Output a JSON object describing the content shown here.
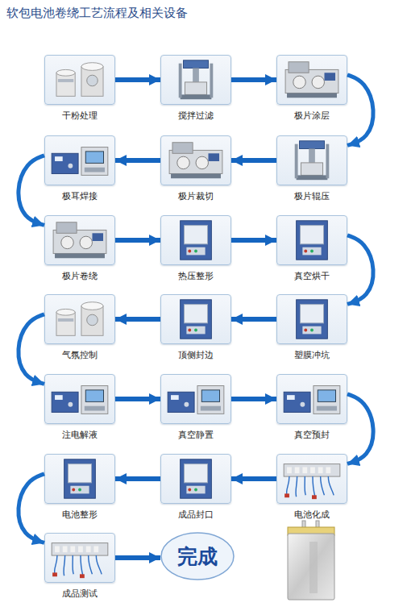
{
  "diagram": {
    "title": "软包电池卷绕工艺流程及相关设备",
    "nodes": [
      {
        "text": [
          "干粉处理"
        ]
      },
      {
        "text": [
          "搅拌过滤"
        ]
      },
      {
        "text": [
          "极片涂层"
        ]
      },
      {
        "text": [
          "极片辊压"
        ]
      },
      {
        "text": [
          "极片裁切"
        ]
      },
      {
        "text": [
          "极耳焊接"
        ]
      },
      {
        "text": [
          "极片卷绕"
        ]
      },
      {
        "text": [
          "热压整形"
        ]
      },
      {
        "text": [
          "真空烘干"
        ]
      },
      {
        "text": [
          "塑膜冲坑"
        ]
      },
      {
        "text": [
          "顶侧封边"
        ]
      },
      {
        "text": [
          "气氛控制"
        ]
      },
      {
        "text": [
          "注电解液"
        ]
      },
      {
        "text": [
          "真空静置"
        ]
      },
      {
        "text": [
          "真空预封"
        ]
      },
      {
        "text": [
          "电池化成"
        ]
      },
      {
        "text": [
          "成品封口"
        ]
      },
      {
        "text": [
          "电池整形"
        ]
      },
      {
        "text": [
          "成品测试"
        ]
      },
      {
        "text": [
          "完成"
        ]
      }
    ],
    "edges": [
      {
        "from": 0,
        "to": 1,
        "arrow": "to"
      },
      {
        "from": 1,
        "to": 2,
        "arrow": "to"
      },
      {
        "from": 2,
        "to": 3,
        "arrow": "to"
      },
      {
        "from": 3,
        "to": 4,
        "arrow": "to"
      },
      {
        "from": 4,
        "to": 5,
        "arrow": "to"
      },
      {
        "from": 5,
        "to": 6,
        "arrow": "to"
      },
      {
        "from": 6,
        "to": 7,
        "arrow": "to"
      },
      {
        "from": 7,
        "to": 8,
        "arrow": "to"
      },
      {
        "from": 8,
        "to": 9,
        "arrow": "to"
      },
      {
        "from": 9,
        "to": 10,
        "arrow": "to"
      },
      {
        "from": 10,
        "to": 11,
        "arrow": "to"
      },
      {
        "from": 11,
        "to": 12,
        "arrow": "to"
      },
      {
        "from": 12,
        "to": 13,
        "arrow": "to"
      },
      {
        "from": 13,
        "to": 14,
        "arrow": "to"
      },
      {
        "from": 14,
        "to": 15,
        "arrow": "to"
      },
      {
        "from": 15,
        "to": 16,
        "arrow": "to"
      },
      {
        "from": 16,
        "to": 17,
        "arrow": "to"
      },
      {
        "from": 17,
        "to": 18,
        "arrow": "to"
      },
      {
        "from": 18,
        "to": 19,
        "arrow": "to"
      }
    ]
  }
}
